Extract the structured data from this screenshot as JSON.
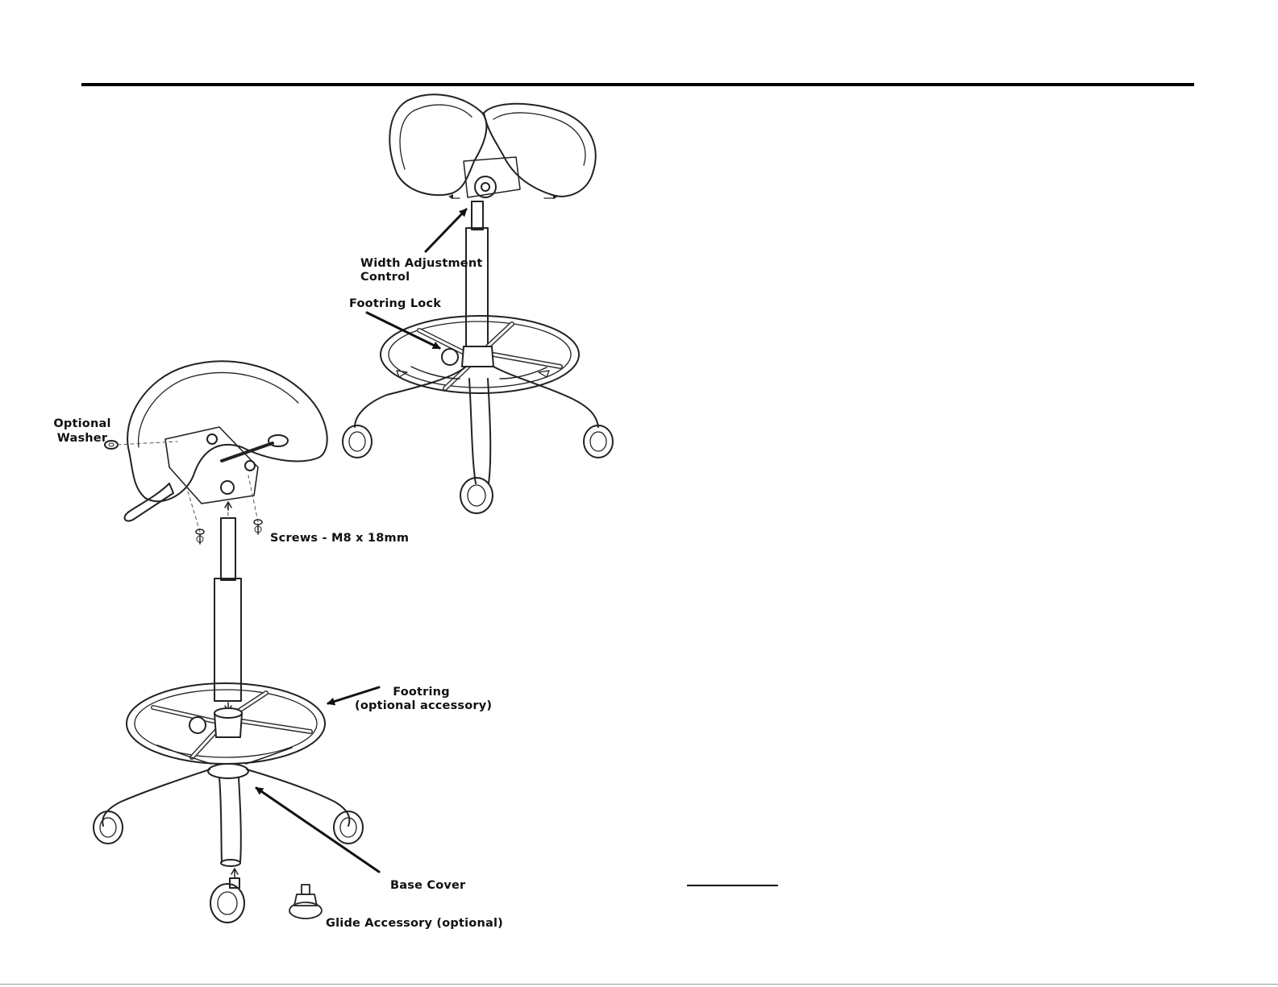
{
  "labels": {
    "width_adjustment": [
      "Width Adjustment",
      "Control"
    ],
    "footring_lock": "Footring Lock",
    "optional_washer": [
      "Optional",
      "Washer"
    ],
    "screws": "Screws - M8 x 18mm",
    "footring": [
      "Footring",
      "(optional accessory)"
    ],
    "base_cover": "Base Cover",
    "glide_accessory": "Glide Accessory (optional)"
  },
  "colors": {
    "ink": "#111111",
    "background": "#ffffff"
  }
}
